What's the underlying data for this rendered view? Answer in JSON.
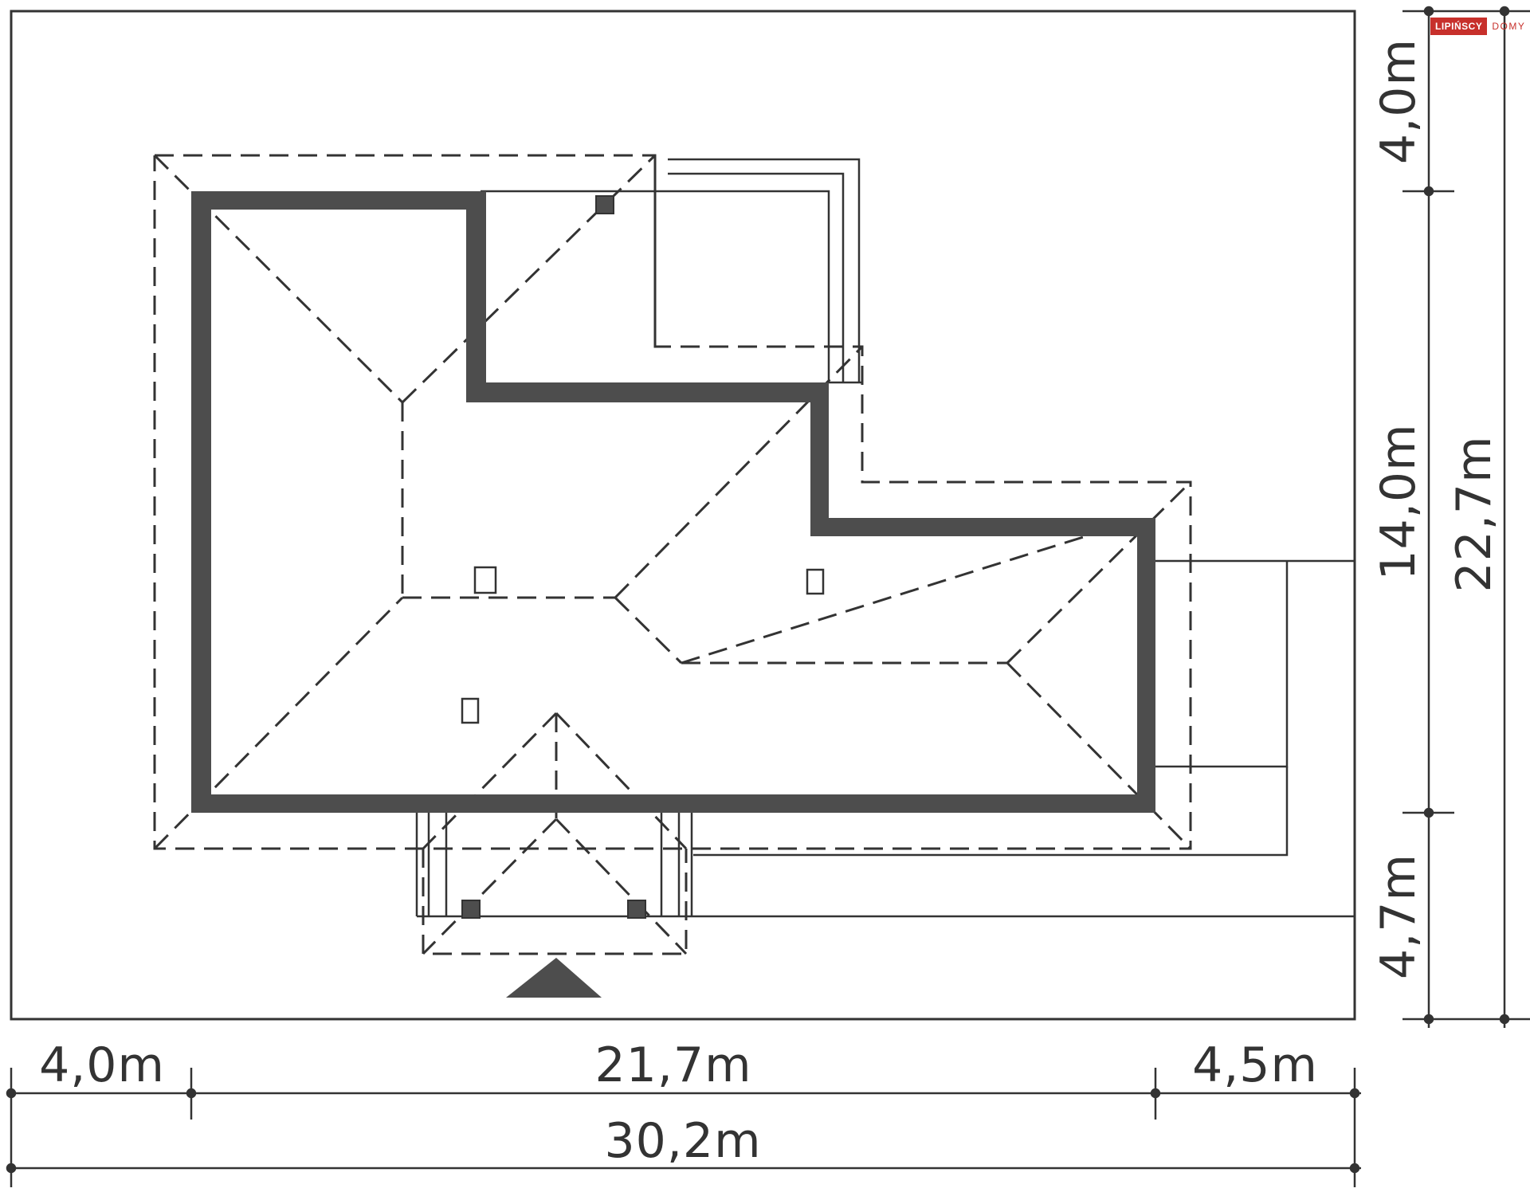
{
  "logo": {
    "part1": "LIPIŃSCY",
    "part2": "DOMY"
  },
  "dimensions": {
    "bottom_left": "4,0m",
    "bottom_middle": "21,7m",
    "bottom_right": "4,5m",
    "bottom_total": "30,2m",
    "right_top": "4,0m",
    "right_middle": "14,0m",
    "right_bottom": "4,7m",
    "right_total": "22,7m"
  },
  "colors": {
    "wall": "#4d4d4d",
    "line": "#333333",
    "accent": "#c7302b"
  }
}
